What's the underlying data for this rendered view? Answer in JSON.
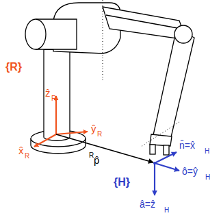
{
  "diagram": {
    "labels": [
      "{R}",
      "ẑ",
      "R",
      "ŷ",
      "R",
      "x̂",
      "R",
      "R",
      "p̂",
      "{H}",
      "n̂=x̂",
      "H",
      "ô=ŷ",
      "H",
      "â=ẑ",
      "H"
    ]
  }
}
